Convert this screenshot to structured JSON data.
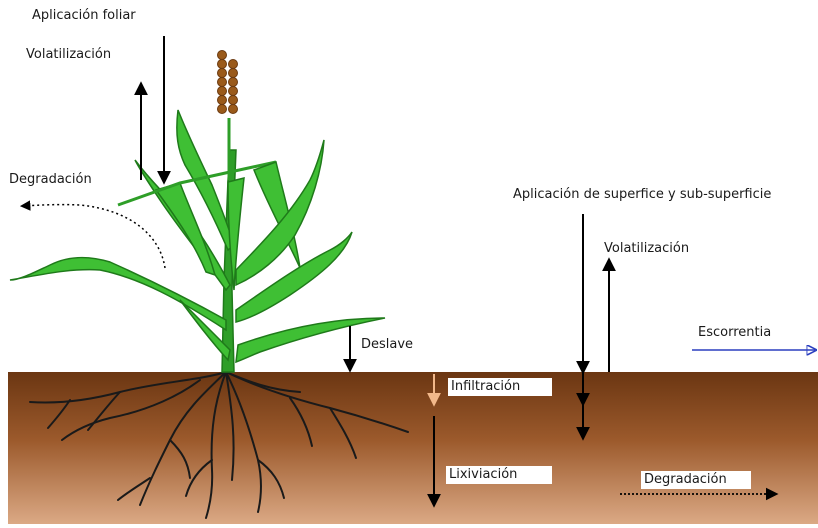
{
  "labels": {
    "foliar_application": "Aplicación foliar",
    "volatilization_left": "Volatilización",
    "degradation_left": "Degradación",
    "surface_application": "Aplicación de superfice y sub-superficie",
    "volatilization_right": "Volatilización",
    "runoff": "Escorrentia",
    "washoff": "Deslave",
    "infiltration": "Infiltración",
    "leaching": "Lixiviación",
    "degradation_soil": "Degradación"
  },
  "colors": {
    "soil_top": "#6b3612",
    "soil_mid": "#9c5a2c",
    "soil_bottom": "#d9a47c",
    "leaf": "#3fbf34",
    "leaf_dark": "#1f7a1a",
    "stem": "#2e9e28",
    "seed": "#9a5a1a",
    "root": "#1a1a1a",
    "arrow": "#000000",
    "runoff_arrow": "#2b3fbf",
    "infiltration_arrow": "#f2b88a"
  }
}
